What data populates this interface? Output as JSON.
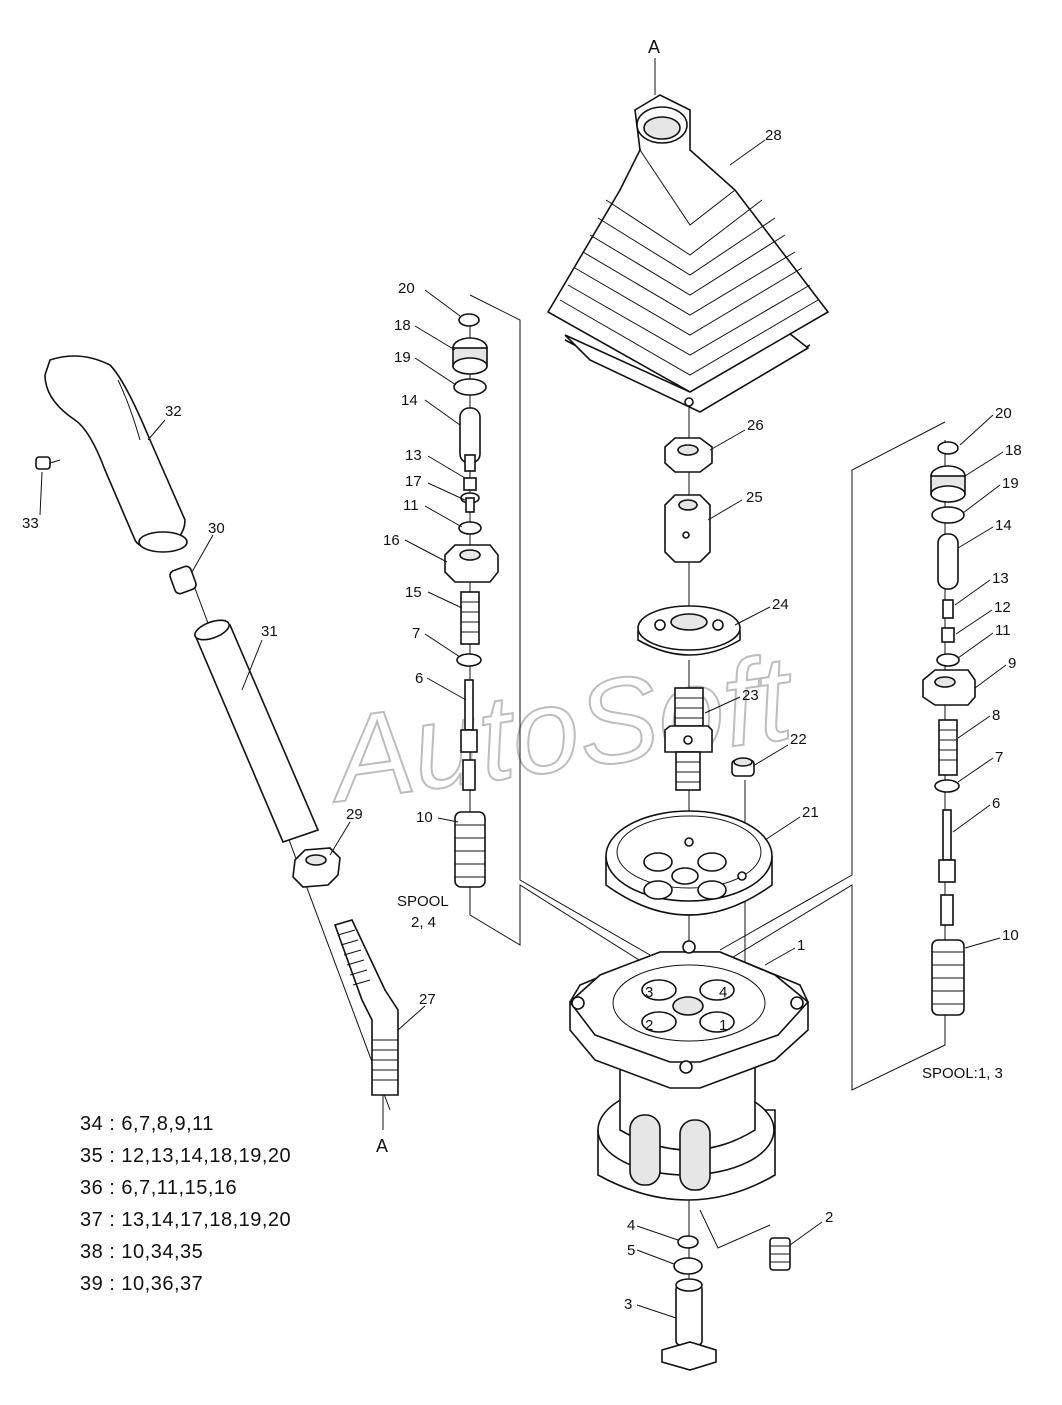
{
  "watermark": "AutoSoft",
  "labels": {
    "A_top": "A",
    "A_bottom": "A",
    "p1": "1",
    "p2": "2",
    "p3": "3",
    "p4": "4",
    "p5": "5",
    "p6_left": "6",
    "p6_right": "6",
    "p7_left": "7",
    "p7_right": "7",
    "p8": "8",
    "p9": "9",
    "p10_left": "10",
    "p10_right": "10",
    "p11_left": "11",
    "p11_right": "11",
    "p12": "12",
    "p13_left": "13",
    "p13_right": "13",
    "p14_left": "14",
    "p14_right": "14",
    "p15": "15",
    "p16": "16",
    "p17": "17",
    "p18_left": "18",
    "p18_right": "18",
    "p19_left": "19",
    "p19_right": "19",
    "p20_left": "20",
    "p20_right": "20",
    "p21": "21",
    "p22": "22",
    "p23": "23",
    "p24": "24",
    "p25": "25",
    "p26": "26",
    "p27": "27",
    "p28": "28",
    "p29": "29",
    "p30": "30",
    "p31": "31",
    "p32": "32",
    "p33": "33",
    "port1": "1",
    "port2": "2",
    "port3": "3",
    "port4": "4"
  },
  "spool_left": {
    "line1": "SPOOL",
    "line2": "2, 4"
  },
  "spool_right": "SPOOL:1, 3",
  "kits": [
    "34 : 6,7,8,9,11",
    "35 : 12,13,14,18,19,20",
    "36 : 6,7,11,15,16",
    "37 : 13,14,17,18,19,20",
    "38 : 10,34,35",
    "39 : 10,36,37"
  ]
}
